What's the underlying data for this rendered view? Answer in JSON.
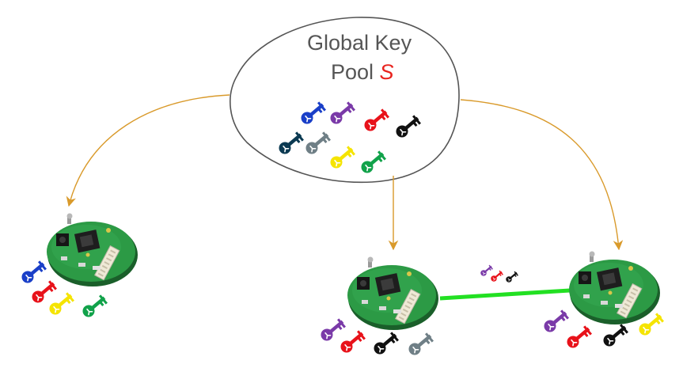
{
  "pool": {
    "title_line1": "Global Key",
    "title_line2_prefix": "Pool ",
    "title_line2_symbol": "S",
    "symbol_color": "#e8231e",
    "keys": [
      {
        "color": "#1a3fc8",
        "name": "blue"
      },
      {
        "color": "#7a3aa8",
        "name": "purple"
      },
      {
        "color": "#e8121a",
        "name": "red"
      },
      {
        "color": "#111111",
        "name": "black"
      },
      {
        "color": "#0b3a52",
        "name": "dark-teal"
      },
      {
        "color": "#6f7f86",
        "name": "gray"
      },
      {
        "color": "#f5e400",
        "name": "yellow"
      },
      {
        "color": "#11a24a",
        "name": "green"
      }
    ]
  },
  "sensor_nodes": [
    {
      "name": "left-node",
      "keys": [
        "#1a3fc8",
        "#e8121a",
        "#f5e400",
        "#11a24a"
      ]
    },
    {
      "name": "middle-node",
      "keys": [
        "#7a3aa8",
        "#e8121a",
        "#111111",
        "#6f7f86"
      ]
    },
    {
      "name": "right-node",
      "keys": [
        "#7a3aa8",
        "#e8121a",
        "#111111",
        "#f5e400"
      ]
    }
  ],
  "shared_keys": [
    "#7a3aa8",
    "#e8121a",
    "#111111"
  ],
  "colors": {
    "arrow": "#d99a2b",
    "link": "#22e022",
    "pcb": "#1f8a3a",
    "pool_outline": "#555555"
  }
}
